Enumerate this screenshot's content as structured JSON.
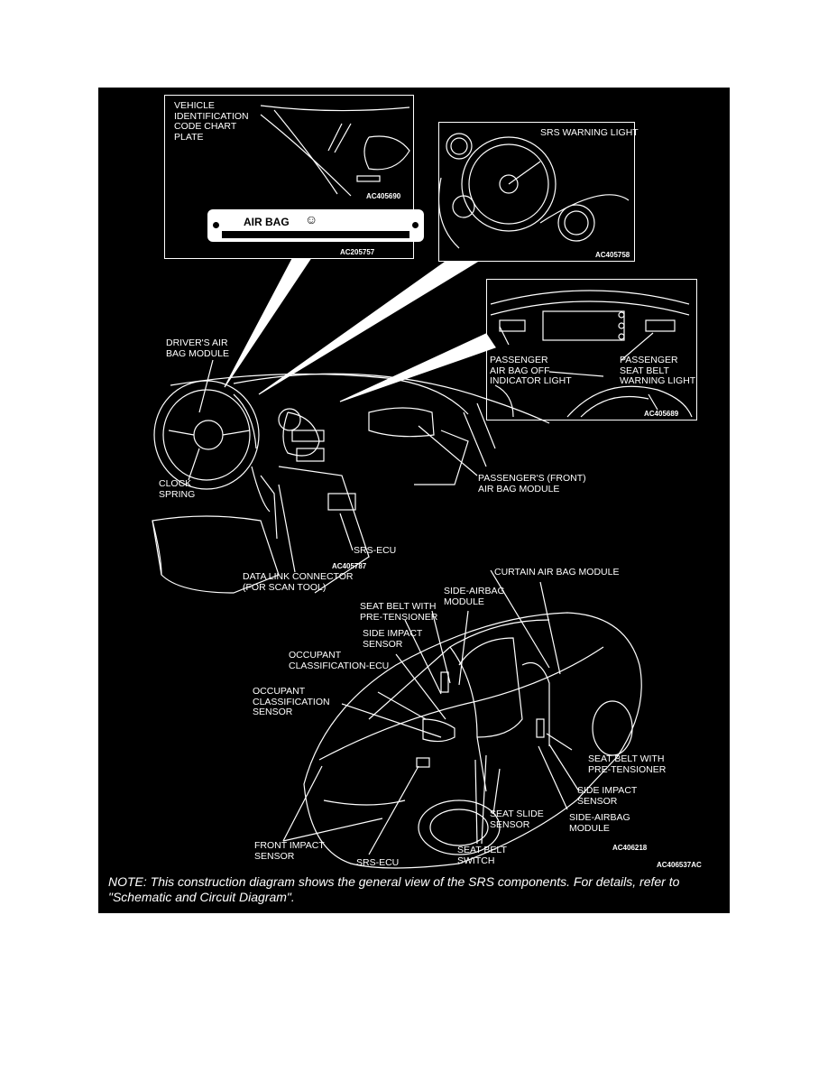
{
  "insets": {
    "vehicle_id": {
      "label": "VEHICLE\nIDENTIFICATION\nCODE CHART\nPLATE",
      "code_top": "AC405690",
      "plate_text": "AIR BAG",
      "code_bottom": "AC205757"
    },
    "meter": {
      "label": "SRS WARNING LIGHT",
      "code": "AC405758"
    },
    "passenger": {
      "label_left": "PASSENGER\nAIR BAG OFF\nINDICATOR LIGHT",
      "label_right": "PASSENGER\nSEAT BELT\nWARNING LIGHT",
      "code": "AC405689"
    }
  },
  "dashboard": {
    "drivers_air_bag": "DRIVER'S AIR\nBAG MODULE",
    "clock_spring": "CLOCK\nSPRING",
    "passengers_front_air_bag": "PASSENGER'S (FRONT)\nAIR BAG MODULE",
    "srs_ecu": "SRS-ECU",
    "code": "AC405787",
    "data_link_connector": "DATA LINK CONNECTOR\n(FOR SCAN TOOL)"
  },
  "car": {
    "curtain_air_bag": "CURTAIN AIR BAG MODULE",
    "side_airbag_top": "SIDE-AIRBAG\nMODULE",
    "seat_belt_pretensioner_top": "SEAT BELT WITH\nPRE-TENSIONER",
    "side_impact_top": "SIDE IMPACT\nSENSOR",
    "occupant_ecu": "OCCUPANT\nCLASSIFICATION-ECU",
    "occupant_sensor": "OCCUPANT\nCLASSIFICATION\nSENSOR",
    "seat_belt_pretensioner_right": "SEAT BELT WITH\nPRE-TENSIONER",
    "side_impact_right": "SIDE IMPACT\nSENSOR",
    "side_airbag_right": "SIDE-AIRBAG\nMODULE",
    "seat_slide_sensor": "SEAT SLIDE\nSENSOR",
    "front_impact_sensor": "FRONT IMPACT\nSENSOR",
    "srs_ecu": "SRS-ECU",
    "seat_belt_switch": "SEAT BELT\nSWITCH",
    "code": "AC406218"
  },
  "figure_code": "AC406537AC",
  "note": "NOTE: This construction diagram shows the general view of the SRS components. For details, refer to \"Schematic and Circuit Diagram\".",
  "colors": {
    "background": "#000000",
    "line": "#ffffff",
    "page": "#ffffff"
  }
}
